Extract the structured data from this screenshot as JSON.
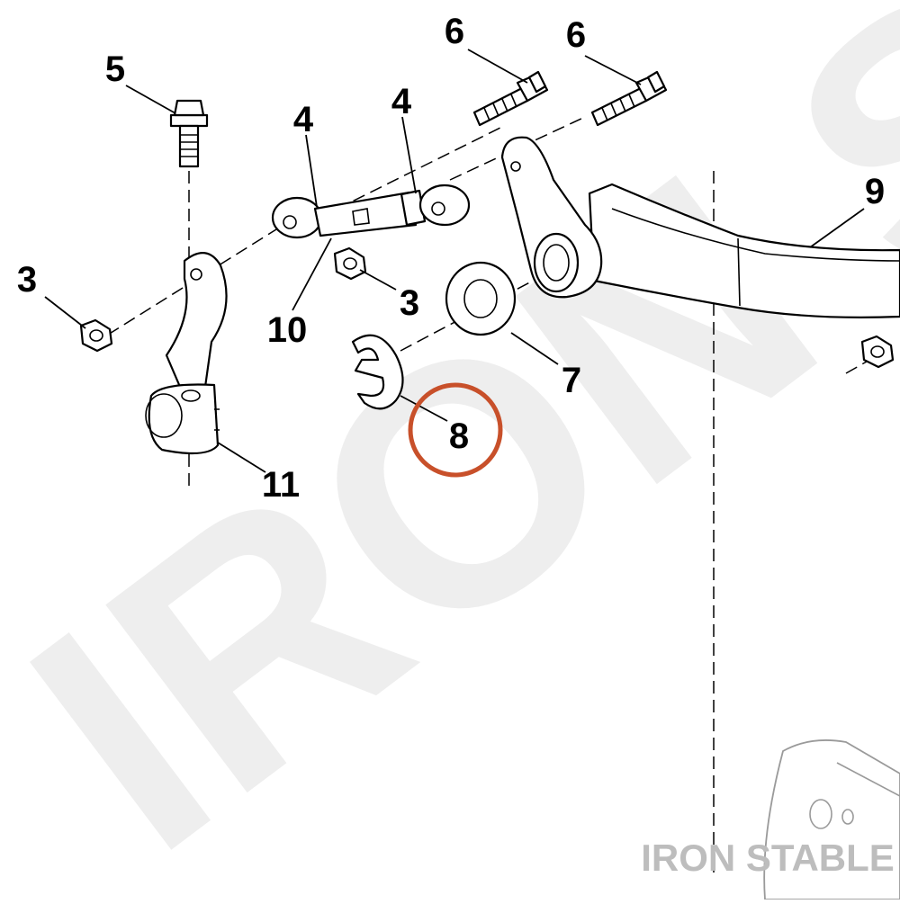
{
  "diagram": {
    "callouts": [
      {
        "id": "callout-5a",
        "text": "5"
      },
      {
        "id": "callout-6a",
        "text": "6"
      },
      {
        "id": "callout-6b",
        "text": "6"
      },
      {
        "id": "callout-4a",
        "text": "4"
      },
      {
        "id": "callout-4b",
        "text": "4"
      },
      {
        "id": "callout-9",
        "text": "9"
      },
      {
        "id": "callout-3a",
        "text": "3"
      },
      {
        "id": "callout-3b",
        "text": "3"
      },
      {
        "id": "callout-10",
        "text": "10"
      },
      {
        "id": "callout-7",
        "text": "7"
      },
      {
        "id": "callout-8",
        "text": "8"
      },
      {
        "id": "callout-11",
        "text": "11"
      }
    ],
    "highlighted_callout": "8",
    "highlight_color": "#c8502a",
    "watermark_color": "#eeeeee",
    "brand_color": "#bdbdbd"
  },
  "watermark": {
    "diagonal_text": "IRON ST",
    "brand_text": "IRON STABLE"
  }
}
